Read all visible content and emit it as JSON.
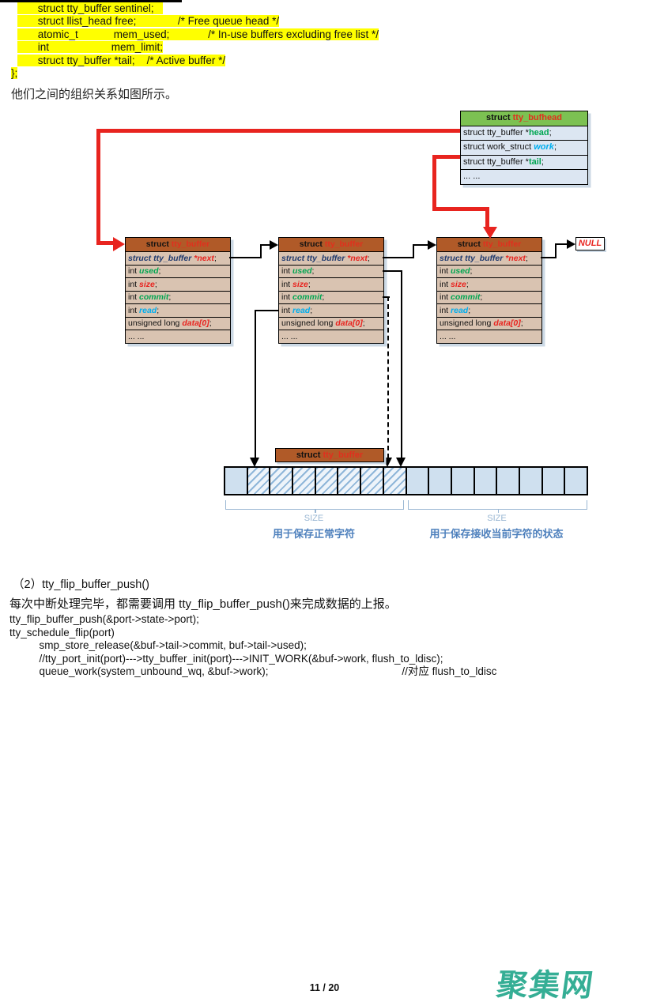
{
  "colors": {
    "highlight": "#ffff00",
    "bufhead_header": "#7cc152",
    "buffer_header": "#b05a28",
    "bufhead_row_bg": "#dce6f2",
    "buffer_row_bg": "#d9c3b1",
    "pointer_red": "#e8241f",
    "green_field": "#00a651",
    "cyan_field": "#00aeef",
    "navy_field": "#1f3a6e",
    "array_cell_bg": "#cfe0ef",
    "hatch_line": "#8fb6d9",
    "brace_blue": "#9ab7d3",
    "label_blue": "#4f81bd",
    "watermark_teal": "#35ae95"
  },
  "top_code": {
    "lines": [
      {
        "pre": "  ",
        "hl": "       struct tty_buffer sentinel;   "
      },
      {
        "pre": "  ",
        "hl": "       struct llist_head free;              /* Free queue head */"
      },
      {
        "pre": "  ",
        "hl": "       atomic_t            mem_used;             /* In-use buffers excluding free list */"
      },
      {
        "pre": "  ",
        "hl": "       int                     mem_limit;"
      },
      {
        "pre": "  ",
        "hl": "       struct tty_buffer *tail;    /* Active buffer */"
      },
      {
        "pre": "",
        "hl": "};"
      }
    ]
  },
  "intro_text": "他们之间的组织关系如图所示。",
  "diagram": {
    "bufhead": {
      "title": [
        {
          "t": "struct ",
          "s": "kt"
        },
        {
          "t": "tty_bufhead",
          "s": "rt"
        }
      ],
      "rows": [
        [
          {
            "t": "struct tty_buffer *",
            "s": "k"
          },
          {
            "t": "head",
            "s": "g"
          },
          {
            "t": ";",
            "s": "k"
          }
        ],
        [
          {
            "t": "struct work_struct ",
            "s": "k"
          },
          {
            "t": "work",
            "s": "c"
          },
          {
            "t": ";",
            "s": "k"
          }
        ],
        [
          {
            "t": "struct tty_buffer *",
            "s": "k"
          },
          {
            "t": "tail",
            "s": "g"
          },
          {
            "t": ";",
            "s": "k"
          }
        ],
        [
          {
            "t": "... ...",
            "s": "k"
          }
        ]
      ]
    },
    "buffer": {
      "title": [
        {
          "t": "struct ",
          "s": "kt"
        },
        {
          "t": "tty_buffer",
          "s": "rt"
        }
      ],
      "rows": [
        [
          {
            "t": "struct tty_buffer ",
            "s": "nb"
          },
          {
            "t": "*next",
            "s": "rb"
          },
          {
            "t": ";",
            "s": "k"
          }
        ],
        [
          {
            "t": "int ",
            "s": "k"
          },
          {
            "t": "used",
            "s": "gi"
          },
          {
            "t": ";",
            "s": "k"
          }
        ],
        [
          {
            "t": "int ",
            "s": "k"
          },
          {
            "t": "size",
            "s": "ri"
          },
          {
            "t": ";",
            "s": "k"
          }
        ],
        [
          {
            "t": "int ",
            "s": "k"
          },
          {
            "t": "commit",
            "s": "gi"
          },
          {
            "t": ";",
            "s": "k"
          }
        ],
        [
          {
            "t": "int ",
            "s": "k"
          },
          {
            "t": "read",
            "s": "ci"
          },
          {
            "t": ";",
            "s": "k"
          }
        ],
        [
          {
            "t": "unsigned long ",
            "s": "k"
          },
          {
            "t": "data[0]",
            "s": "ri"
          },
          {
            "t": ";",
            "s": "k"
          }
        ],
        [
          {
            "t": "... ...",
            "s": "k"
          }
        ]
      ]
    },
    "null_label": "NULL",
    "bottom_box_title": [
      {
        "t": "struct ",
        "s": "kt"
      },
      {
        "t": "tty_buffer",
        "s": "rt"
      }
    ],
    "array": {
      "cell_count": 16,
      "hatched": [
        1,
        2,
        3,
        4,
        5,
        6,
        7
      ]
    },
    "left_region": {
      "size_label": "SIZE",
      "caption": "用于保存正常字符"
    },
    "right_region": {
      "size_label": "SIZE",
      "caption": "用于保存接收当前字符的状态"
    }
  },
  "section": {
    "heading": "（2）tty_flip_buffer_push()",
    "paragraph": "每次中断处理完毕，都需要调用 tty_flip_buffer_push()来完成数据的上报。",
    "code_lines": [
      "tty_flip_buffer_push(&port->state->port);",
      "tty_schedule_flip(port)",
      "          smp_store_release(&buf->tail->commit, buf->tail->used);",
      "          //tty_port_init(port)--->tty_buffer_init(port)--->INIT_WORK(&buf->work, flush_to_ldisc);",
      "          queue_work(system_unbound_wq, &buf->work);                                             //对应 flush_to_ldisc"
    ]
  },
  "footer": {
    "page_number": "11 / 20",
    "watermark": "聚集网"
  }
}
